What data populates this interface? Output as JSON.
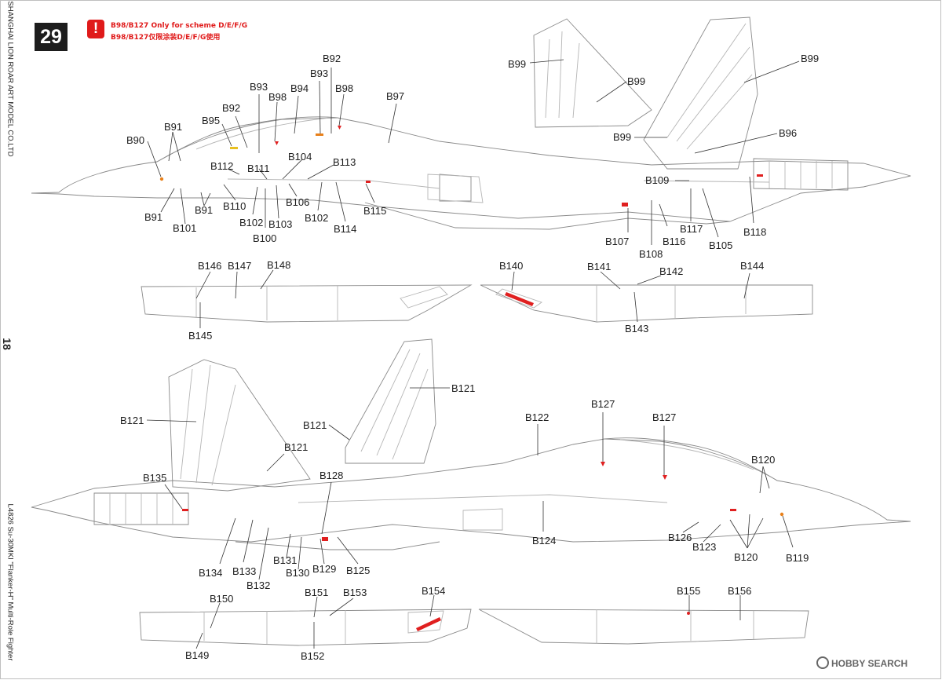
{
  "step": {
    "number": "29"
  },
  "note": {
    "en": "B98/B127 Only for scheme D/E/F/G",
    "cn": "B98/B127仅限涂装D/E/F/G使用"
  },
  "sidebar": {
    "company": "SHANGHAI LION ROAR ART MODEL CO.LTD",
    "page_number": "18",
    "product": "L4826 Su-30MKI \"Flanker-H\" Multi-Role Fighter"
  },
  "watermark": "HOBBY SEARCH",
  "callouts": {
    "c1": "B90",
    "c2": "B91",
    "c3": "B91",
    "c4": "B91",
    "c5": "B101",
    "c6": "B95",
    "c7": "B92",
    "c8": "B93",
    "c9": "B98",
    "c10": "B94",
    "c11": "B93",
    "c12": "B92",
    "c13": "B98",
    "c14": "B97",
    "c15": "B112",
    "c16": "B111",
    "c17": "B104",
    "c18": "B113",
    "c19": "B110",
    "c20": "B102",
    "c21": "B103",
    "c22": "B100",
    "c23": "B106",
    "c24": "B102",
    "c25": "B114",
    "c26": "B115",
    "c27": "B99",
    "c28": "B99",
    "c29": "B99",
    "c30": "B99",
    "c31": "B96",
    "c32": "B109",
    "c33": "B107",
    "c34": "B108",
    "c35": "B116",
    "c36": "B117",
    "c37": "B105",
    "c38": "B118",
    "c39": "B146",
    "c40": "B147",
    "c41": "B148",
    "c42": "B145",
    "c43": "B140",
    "c44": "B141",
    "c45": "B142",
    "c46": "B143",
    "c47": "B144",
    "c48": "B121",
    "c49": "B121",
    "c50": "B121",
    "c51": "B121",
    "c52": "B135",
    "c53": "B128",
    "c54": "B122",
    "c55": "B127",
    "c56": "B127",
    "c57": "B120",
    "c58": "B124",
    "c59": "B126",
    "c60": "B123",
    "c61": "B120",
    "c62": "B119",
    "c63": "B134",
    "c64": "B133",
    "c65": "B132",
    "c66": "B131",
    "c67": "B130",
    "c68": "B129",
    "c69": "B125",
    "c70": "B150",
    "c71": "B149",
    "c72": "B151",
    "c73": "B153",
    "c74": "B152",
    "c75": "B154",
    "c76": "B155",
    "c77": "B156"
  },
  "colors": {
    "outline": "#8a8a8a",
    "panel_line": "#b5b5b5",
    "leader": "#333333",
    "decal_red": "#e02020",
    "decal_yellow": "#e8c020",
    "badge": "#1d1d1d"
  }
}
